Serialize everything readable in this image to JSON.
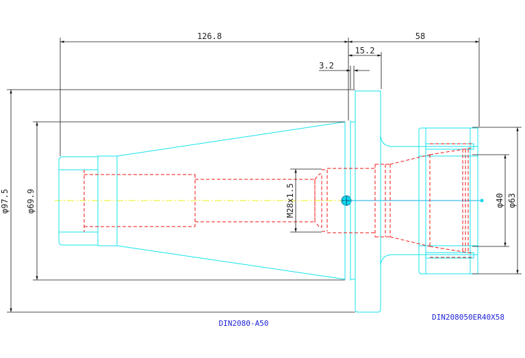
{
  "dimensions": {
    "d_126_8": "126.8",
    "d_15_2": "15.2",
    "d_58": "58",
    "d_3_2": "3.2",
    "d_97_5": "φ97.5",
    "d_69_9": "φ69.9",
    "d_thread": "M28x1.5",
    "d_40": "φ40",
    "d_63": "φ63"
  },
  "labels": {
    "left_part": "DIN2080-A50",
    "right_part": "DIN208050ER40X58"
  },
  "colors": {
    "part_outline": "#11e3ee",
    "hidden_lines": "#f01010",
    "dimension_lines": "#111111",
    "center_line": "#ecec15",
    "label_text": "#1f22d8"
  }
}
